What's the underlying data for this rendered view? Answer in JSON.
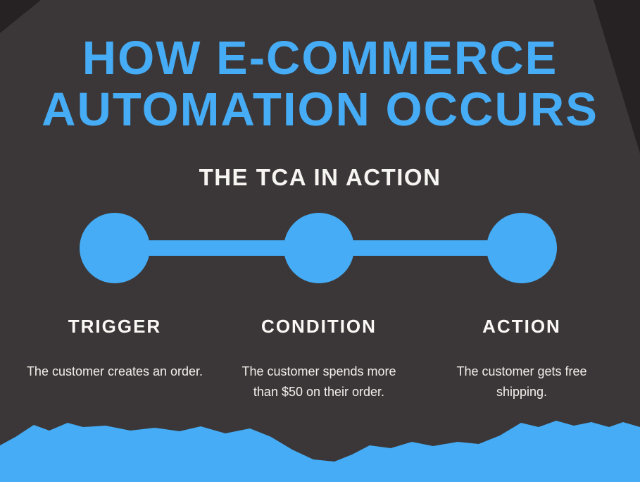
{
  "colors": {
    "background": "#3b3738",
    "accent_blue": "#45acf5",
    "text_white": "#f7f5f2",
    "corner_dark": "#262223"
  },
  "title": {
    "line1": "HOW E-COMMERCE",
    "line2": "AUTOMATION OCCURS"
  },
  "subtitle": "THE TCA IN ACTION",
  "steps": [
    {
      "label": "TRIGGER",
      "description": "The customer creates an order."
    },
    {
      "label": "CONDITION",
      "description": "The customer spends more than $50 on their order."
    },
    {
      "label": "ACTION",
      "description": "The customer gets free shipping."
    }
  ]
}
